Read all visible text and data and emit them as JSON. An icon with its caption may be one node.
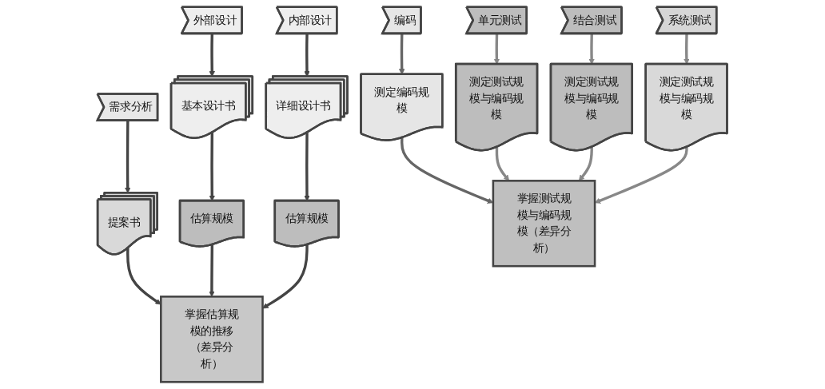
{
  "diagram": {
    "nodes": [
      {
        "text": [
          "需求分析"
        ]
      },
      {
        "text": [
          "外部设计"
        ]
      },
      {
        "text": [
          "内部设计"
        ]
      },
      {
        "text": [
          "编码"
        ]
      },
      {
        "text": [
          "单元测试"
        ]
      },
      {
        "text": [
          "结合测试"
        ]
      },
      {
        "text": [
          "系统测试"
        ]
      },
      {
        "text": [
          "提案书"
        ]
      },
      {
        "text": [
          "基本设计书"
        ]
      },
      {
        "text": [
          "估算规模"
        ]
      },
      {
        "text": [
          "详细设计书"
        ]
      },
      {
        "text": [
          "估算规模"
        ]
      },
      {
        "text": [
          "测定编码规模"
        ]
      },
      {
        "text": [
          "测定测试规模与编码规模"
        ]
      },
      {
        "text": [
          "测定测试规模与编码规模"
        ]
      },
      {
        "text": [
          "测定测试规模与编码规模"
        ]
      },
      {
        "text": [
          "掌握估算规模的推移（差异分析）"
        ]
      },
      {
        "text": [
          "掌握测试规模与编码规模（差异分析）"
        ]
      }
    ],
    "edges": [
      {
        "from": 0,
        "to": 7,
        "arrow": "to"
      },
      {
        "from": 7,
        "to": 16,
        "arrow": "to"
      },
      {
        "from": 1,
        "to": 8,
        "arrow": "to"
      },
      {
        "from": 8,
        "to": 9,
        "arrow": "to"
      },
      {
        "from": 9,
        "to": 16,
        "arrow": "to"
      },
      {
        "from": 2,
        "to": 10,
        "arrow": "to"
      },
      {
        "from": 10,
        "to": 11,
        "arrow": "to"
      },
      {
        "from": 11,
        "to": 16,
        "arrow": "to"
      },
      {
        "from": 3,
        "to": 12,
        "arrow": "to",
        "color": "#666666"
      },
      {
        "from": 12,
        "to": 17,
        "arrow": "to",
        "color": "#666666"
      },
      {
        "from": 4,
        "to": 13,
        "arrow": "to",
        "color": "#888888"
      },
      {
        "from": 13,
        "to": 17,
        "arrow": "to",
        "color": "#888888"
      },
      {
        "from": 5,
        "to": 14,
        "arrow": "to",
        "color": "#888888"
      },
      {
        "from": 14,
        "to": 17,
        "arrow": "to",
        "color": "#888888"
      },
      {
        "from": 6,
        "to": 15,
        "arrow": "to",
        "color": "#888888"
      },
      {
        "from": 15,
        "to": 17,
        "arrow": "to",
        "color": "#888888"
      }
    ]
  }
}
